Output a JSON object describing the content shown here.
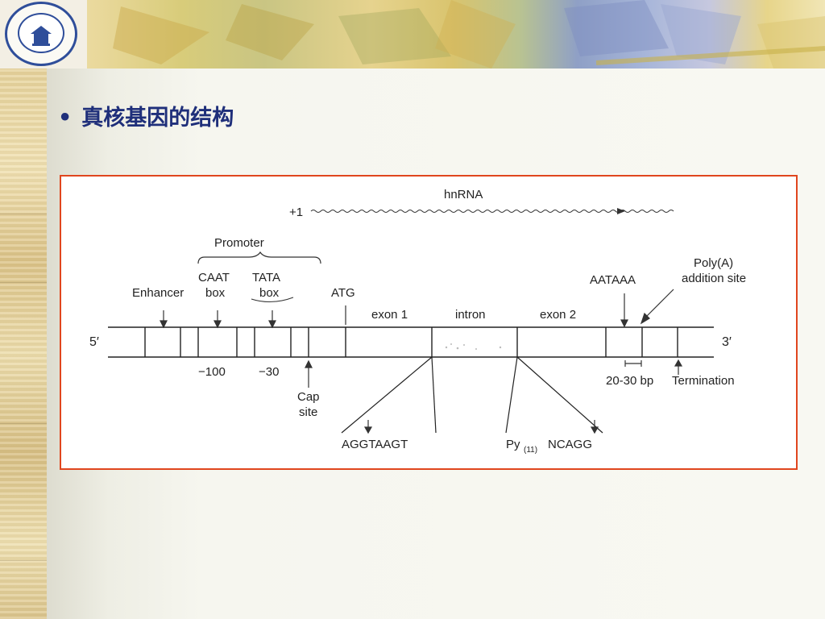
{
  "slide": {
    "title_bullet": "•",
    "title": "真核基因的结构"
  },
  "diagram": {
    "hnrna": "hnRNA",
    "plus_one": "+1",
    "promoter": "Promoter",
    "caat": "CAAT",
    "caat_box": "box",
    "tata": "TATA",
    "tata_box": "box",
    "enhancer": "Enhancer",
    "atg": "ATG",
    "exon1": "exon 1",
    "intron": "intron",
    "exon2": "exon 2",
    "aataaa": "AATAAA",
    "polya_line1": "Poly(A)",
    "polya_line2": "addition site",
    "five_prime": "5′",
    "three_prime": "3′",
    "minus100": "−100",
    "minus30": "−30",
    "cap_line1": "Cap",
    "cap_line2": "site",
    "donor_seq": "AGGTAAGT",
    "acceptor_py": "Py",
    "acceptor_sub": "(11)",
    "acceptor_seq": "NCAGG",
    "spacer": "20-30 bp",
    "termination": "Termination"
  },
  "colors": {
    "frame_border": "#e0461e",
    "title_color": "#1f2f7a",
    "logo_color": "#2f4e9a"
  }
}
